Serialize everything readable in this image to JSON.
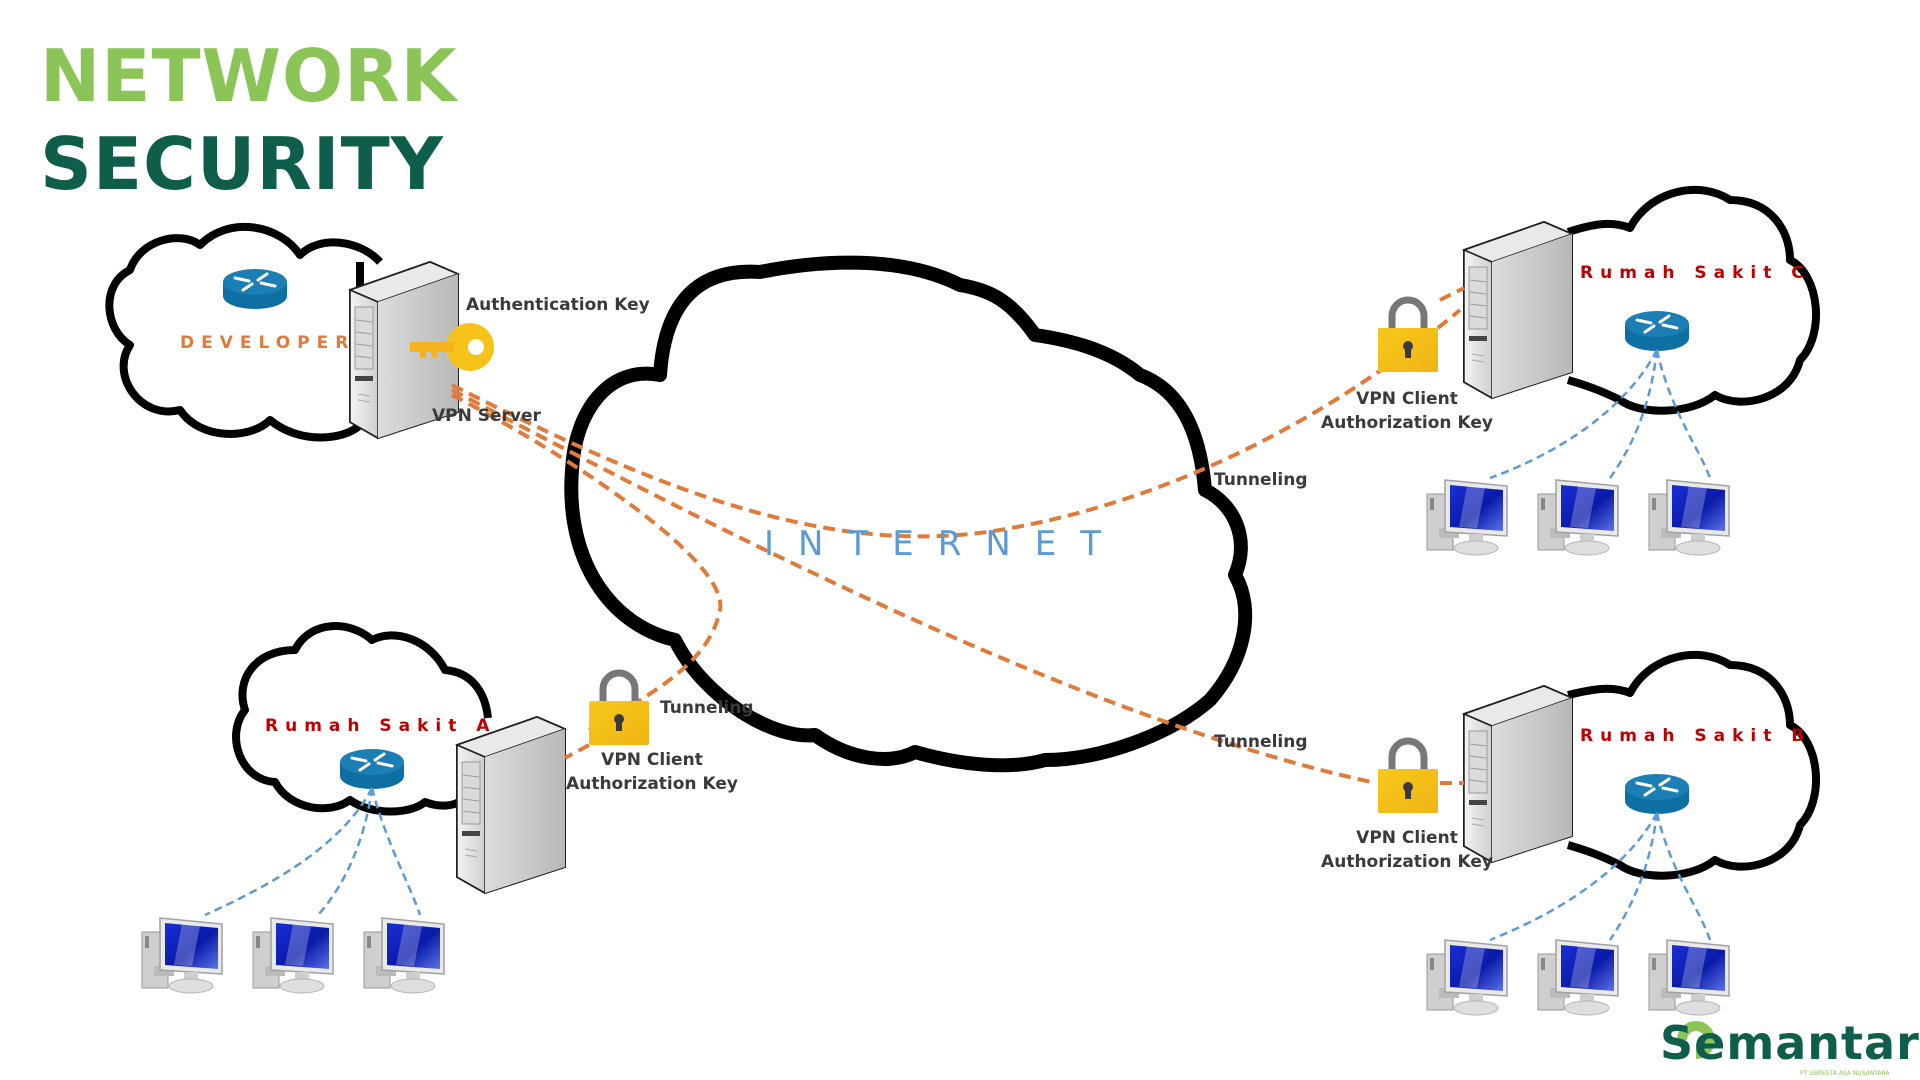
{
  "title": {
    "line1": "NETWORK",
    "line2": "SECURITY",
    "line1_color": "#8bc557",
    "line2_color": "#0f5e4c"
  },
  "internet": {
    "label": "INTERNET",
    "label_color": "#5b9bd5"
  },
  "developer": {
    "name": "DEVELOPER",
    "name_color": "#e07b39",
    "server_label": "VPN Server",
    "key_label": "Authentication Key",
    "icons": [
      "router-icon",
      "server-icon",
      "key-icon"
    ]
  },
  "sites": [
    {
      "id": "a",
      "name": "Rumah Sakit A",
      "tunnel_label": "Tunneling",
      "client_label_line1": "VPN Client",
      "client_label_line2": "Authorization Key",
      "workstations": 3
    },
    {
      "id": "b",
      "name": "Rumah Sakit B",
      "tunnel_label": "Tunneling",
      "client_label_line1": "VPN Client",
      "client_label_line2": "Authorization Key",
      "workstations": 3
    },
    {
      "id": "c",
      "name": "Rumah Sakit C",
      "tunnel_label": "Tunneling",
      "client_label_line1": "VPN Client",
      "client_label_line2": "Authorization Key",
      "workstations": 3
    }
  ],
  "site_name_color": "#c00000",
  "tunnel_color": "#e07b39",
  "lan_color": "#5b9bd5",
  "logo": {
    "text": "Semantara",
    "subtitle": "PT SEMESTA ASA NUSANTARA",
    "color": "#0f5e4c",
    "accent": "#8bc557"
  }
}
